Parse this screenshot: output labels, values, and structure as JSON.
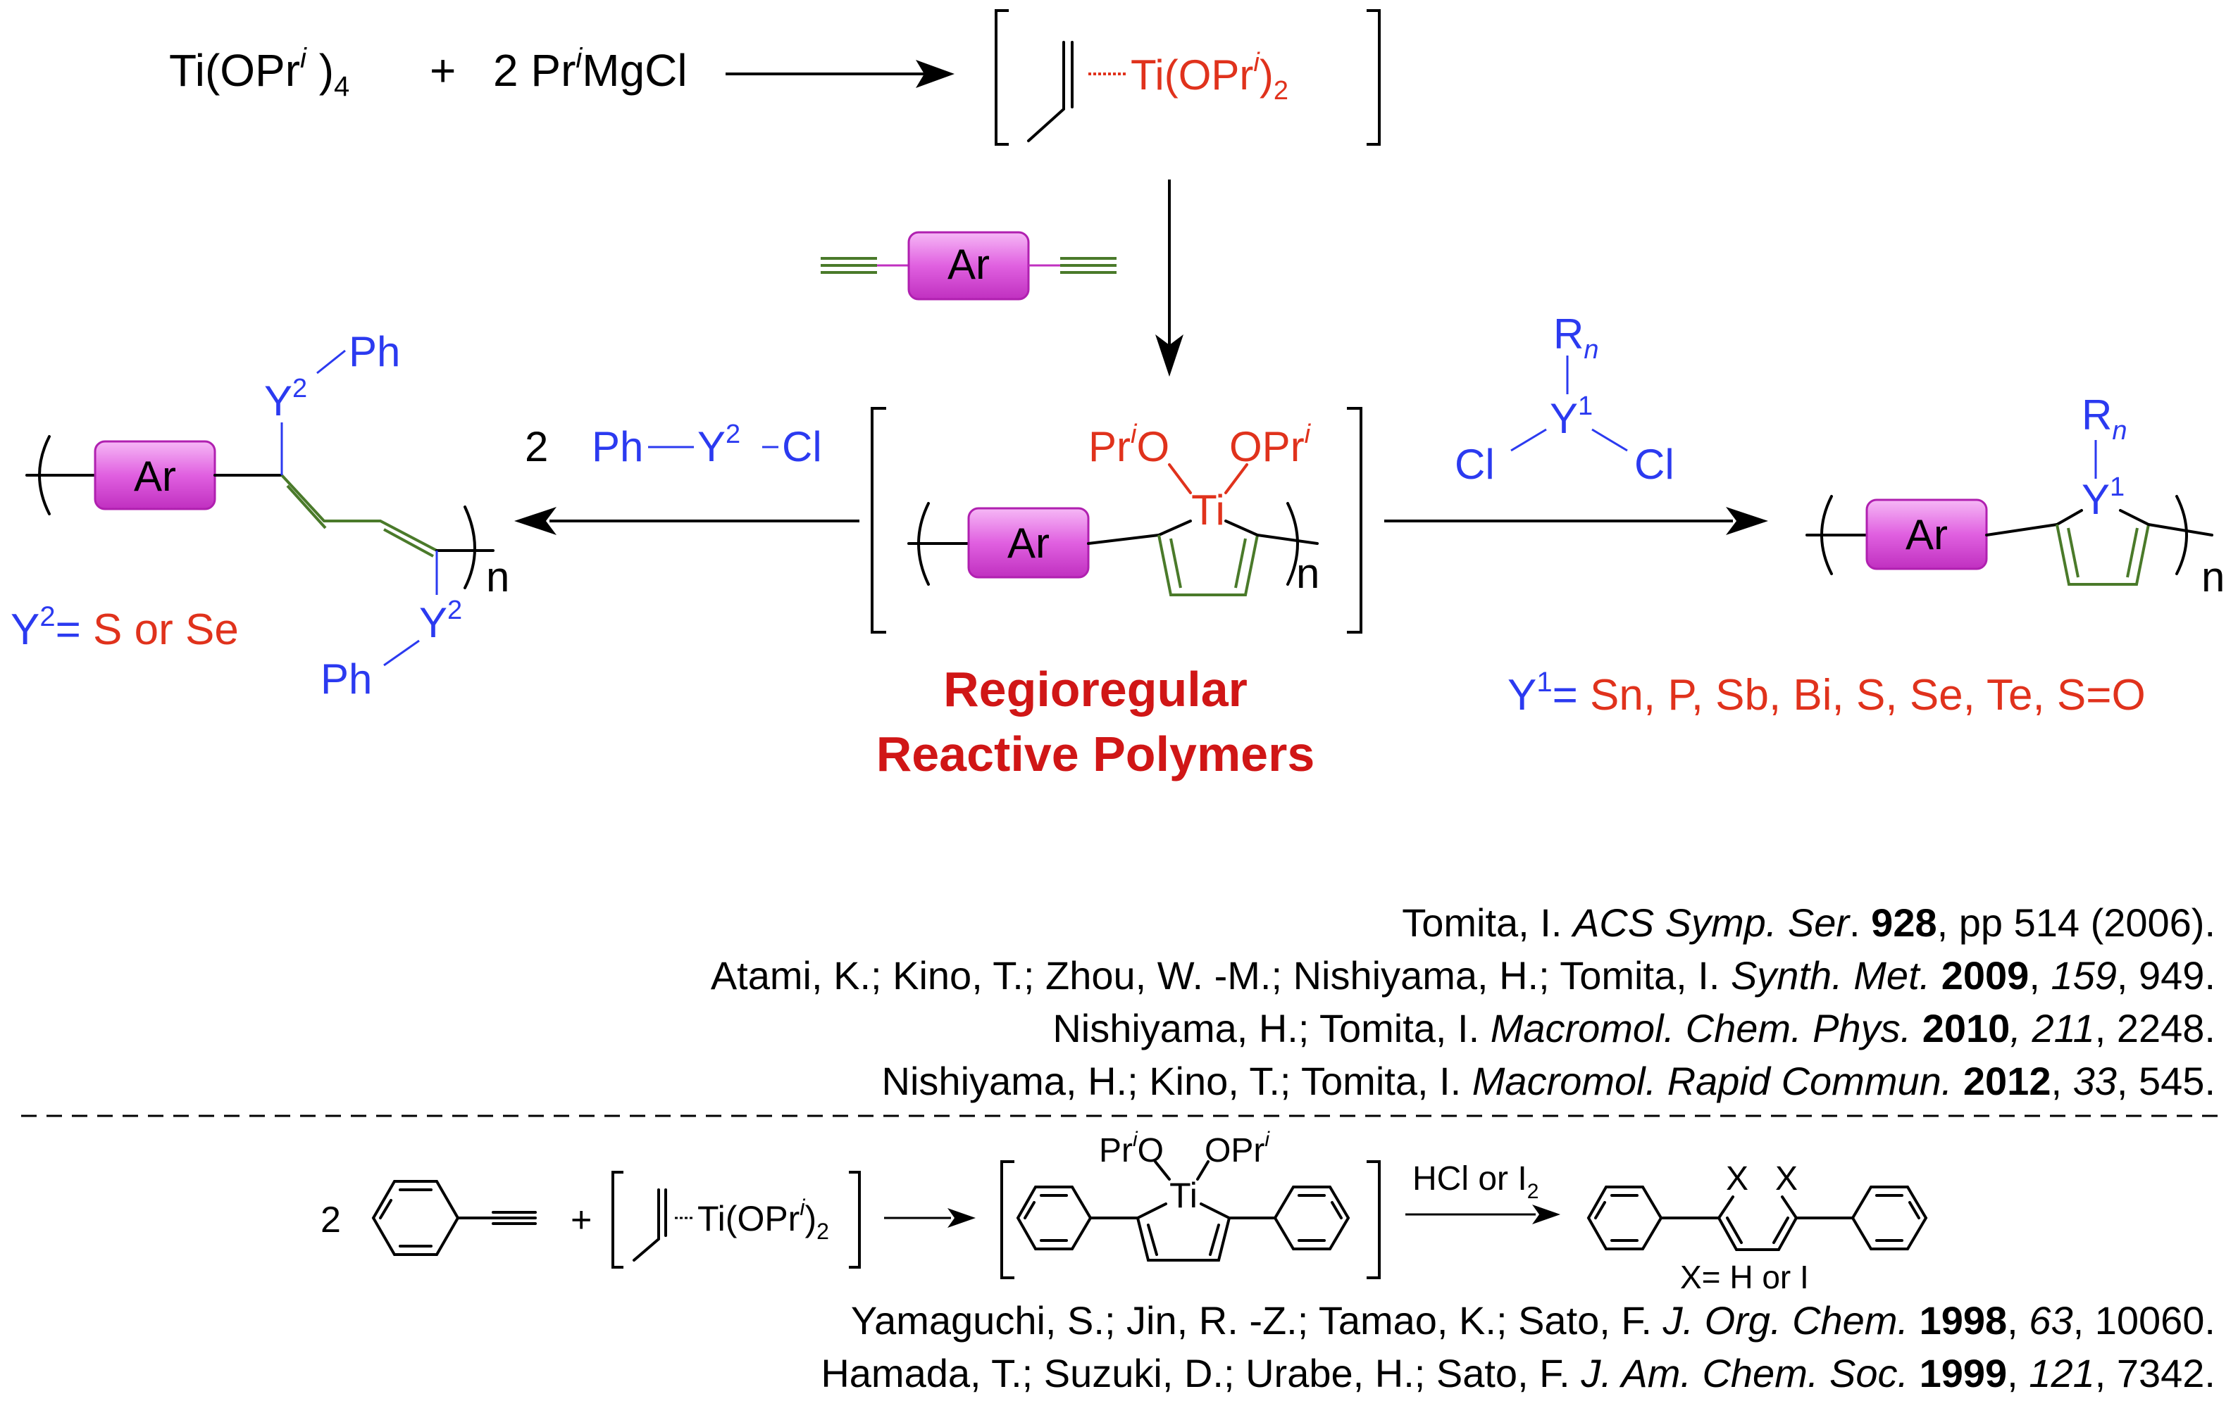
{
  "reagents": {
    "ti": "Ti(OPr",
    "ti_sup": "i",
    "ti_end": " )",
    "ti_sub": "4",
    "plus": "+",
    "grignard_coef": "2 Pr",
    "grignard_sup": "i",
    "grignard_end": "MgCl"
  },
  "intermediate": {
    "label": "Ti(OPr",
    "sup": "i",
    "end": ")",
    "sub": "2"
  },
  "monomer": {
    "ar": "Ar"
  },
  "center": {
    "ar": "Ar",
    "pro_left": "Pr",
    "pro_left_sup": "i",
    "pro_left_end": "O",
    "pro_right": "OPr",
    "pro_right_sup": "i",
    "ti": "Ti",
    "n": "n",
    "caption_line1": "Regioregular",
    "caption_line2": "Reactive Polymers"
  },
  "left_reagent": {
    "coef": "2",
    "ph": "Ph",
    "y": "Y",
    "y_sup": "2",
    "cl": "Cl"
  },
  "left_product": {
    "ar": "Ar",
    "ph_top": "Ph",
    "y_top": "Y",
    "y_top_sup": "2",
    "y_bottom": "Y",
    "y_bottom_sup": "2",
    "ph_bottom": "Ph",
    "n": "n",
    "legend_y": "Y",
    "legend_sup": "2",
    "legend_eq": "= ",
    "legend_values": "S or Se"
  },
  "right_reagent": {
    "r": "R",
    "r_sub": "n",
    "y": "Y",
    "y_sup": "1",
    "cl_left": "Cl",
    "cl_right": "Cl"
  },
  "right_product": {
    "ar": "Ar",
    "r": "R",
    "r_sub": "n",
    "y": "Y",
    "y_sup": "1",
    "n": "n",
    "legend_y": "Y",
    "legend_sup": "1",
    "legend_eq": "= ",
    "legend_values": "Sn, P, Sb, Bi, S, Se, Te, S=O"
  },
  "references_top": [
    {
      "authors": "Tomita, I. ",
      "journal": "ACS Symp. Ser",
      "sep": ". ",
      "volume_bold": "928",
      "rest": ", pp 514 (2006)."
    },
    {
      "authors": "Atami, K.; Kino, T.; Zhou, W. -M.; Nishiyama, H.; Tomita, I. ",
      "journal": "Synth. Met.",
      "sep": " ",
      "volume_bold": "2009",
      "rest_italic": "159",
      "rest": ", 949."
    },
    {
      "authors": "Nishiyama, H.; Tomita, I. ",
      "journal": "Macromol. Chem. Phys.",
      "sep": " ",
      "volume_bold": "2010",
      "rest_italic": "211",
      "rest": ", 2248."
    },
    {
      "authors": "Nishiyama, H.; Kino, T.; Tomita, I. ",
      "journal": "Macromol. Rapid Commun.",
      "sep": " ",
      "volume_bold": "2012",
      "rest_italic": "33",
      "rest": ", 545."
    }
  ],
  "bottom_scheme": {
    "coef": "2",
    "plus": "+",
    "ti_reagent": "Ti(OPr",
    "ti_reagent_sup": "i",
    "ti_reagent_end": ")",
    "ti_reagent_sub": "2",
    "pro_left": "Pr",
    "pro_left_sup": "i",
    "pro_left_end": "O",
    "pro_right": "OPr",
    "pro_right_sup": "i",
    "ti": "Ti",
    "conditions": "HCl or I",
    "conditions_sub": "2",
    "x_left": "X",
    "x_right": "X",
    "x_legend": "X= H or I"
  },
  "references_bottom": [
    {
      "authors": "Yamaguchi, S.; Jin, R. -Z.; Tamao, K.; Sato, F. ",
      "journal": "J. Org. Chem.",
      "sep": " ",
      "volume_bold": "1998",
      "rest_italic": "63",
      "rest": ", 10060."
    },
    {
      "authors": "Hamada, T.;  Suzuki, D.; Urabe, H.; Sato, F. ",
      "journal": "J. Am. Chem. Soc.",
      "sep": " ",
      "volume_bold": "1999",
      "rest_italic": "121",
      "rest": ", 7342."
    }
  ],
  "colors": {
    "blue": "#2b3af0",
    "red": "#e0321c",
    "green_bond": "#4a7a2a",
    "ar_box": "#e060e0"
  }
}
